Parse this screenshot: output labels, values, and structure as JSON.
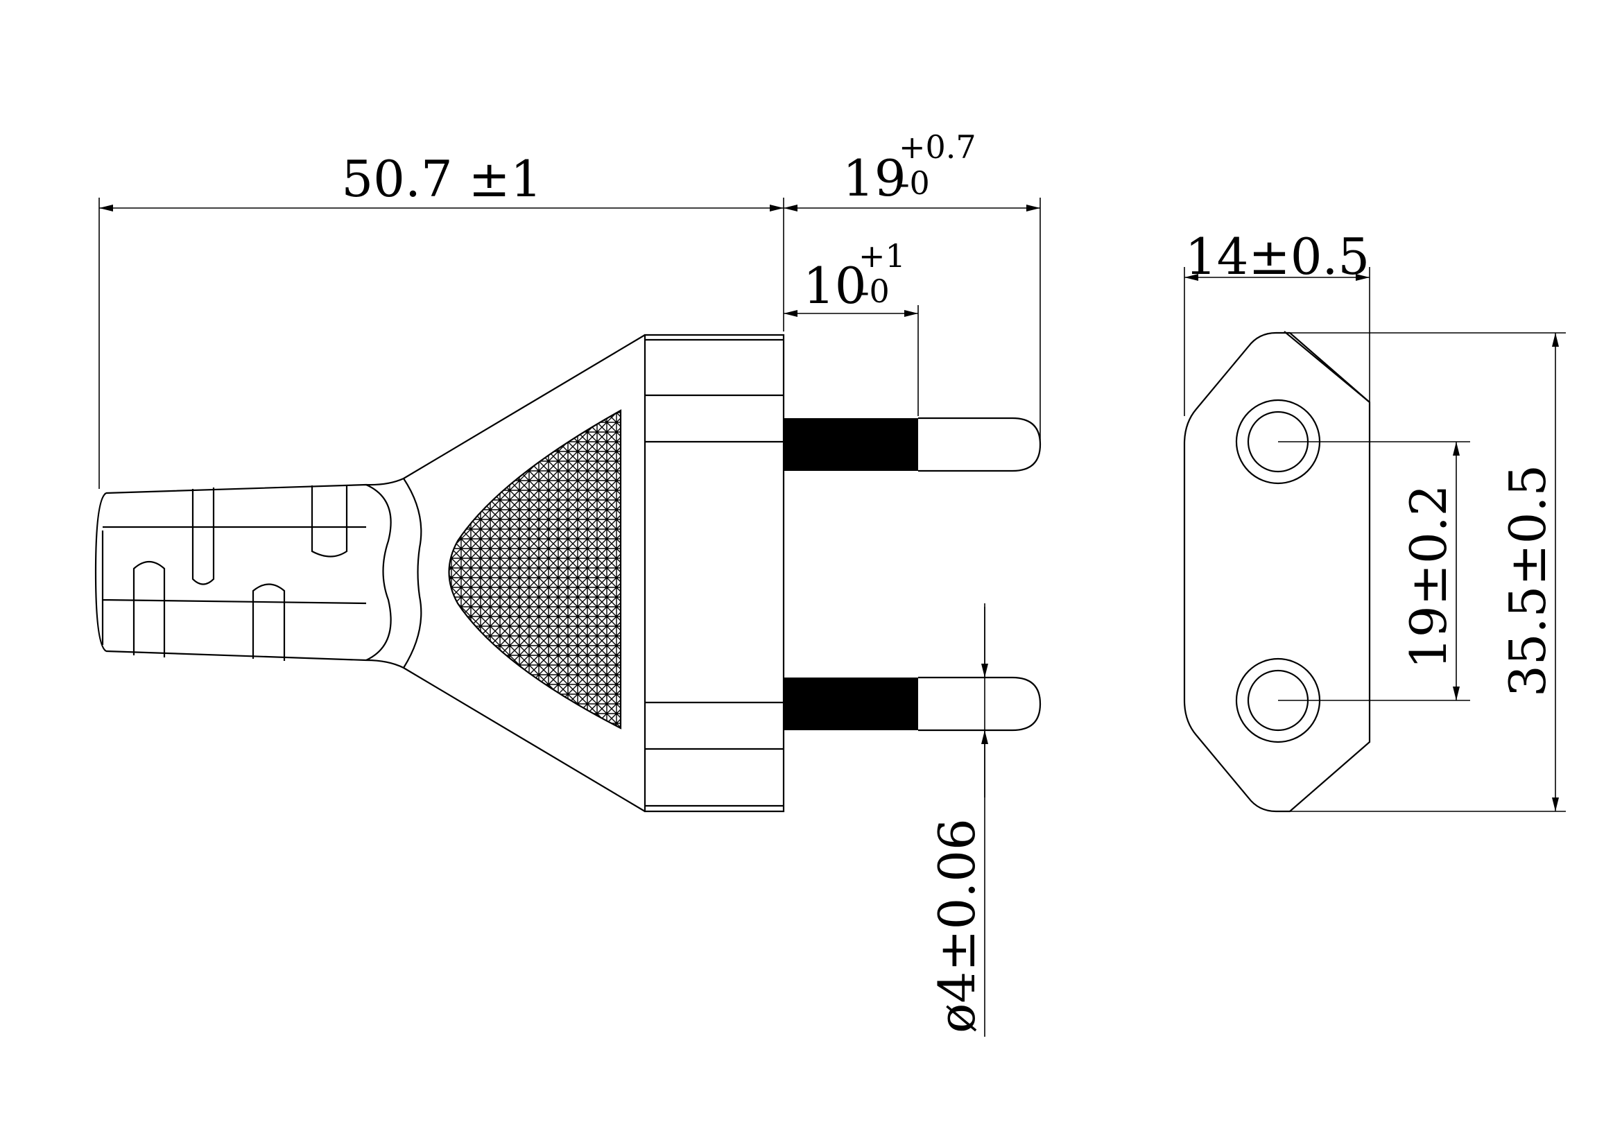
{
  "side_view": {
    "length_main": {
      "value": "50.7",
      "tol": "±1"
    },
    "length_pin": {
      "value": "19",
      "tol_upper": "+0.7",
      "tol_lower": "-0"
    },
    "length_insulation": {
      "value": "10",
      "tol_upper": "+1",
      "tol_lower": "-0"
    },
    "pin_diameter": {
      "symbol": "ø",
      "value": "4",
      "tol": "±0.06"
    }
  },
  "front_view": {
    "width": {
      "value": "14",
      "tol": "±0.5"
    },
    "pin_spacing": {
      "value": "19",
      "tol": "±0.2"
    },
    "height": {
      "value": "35.5",
      "tol": "±0.5"
    }
  },
  "colors": {
    "line": "#000000",
    "background": "#ffffff"
  }
}
